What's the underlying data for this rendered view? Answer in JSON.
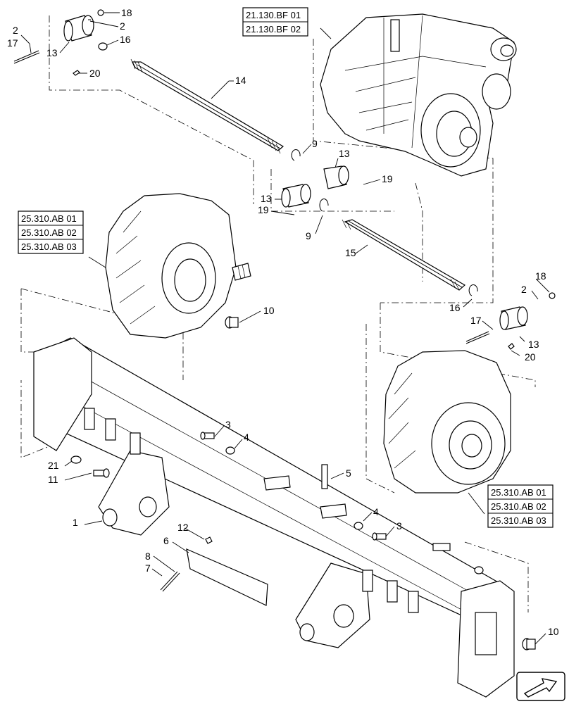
{
  "callouts": {
    "c1": "1",
    "c2a": "2",
    "c2b": "2",
    "c2c": "2",
    "c3a": "3",
    "c3b": "3",
    "c4a": "4",
    "c4b": "4",
    "c5": "5",
    "c6": "6",
    "c7": "7",
    "c8": "8",
    "c9a": "9",
    "c9b": "9",
    "c10a": "10",
    "c10b": "10",
    "c11": "11",
    "c12": "12",
    "c13a": "13",
    "c13b": "13",
    "c13c": "13",
    "c13d": "13",
    "c14": "14",
    "c15": "15",
    "c16a": "16",
    "c16b": "16",
    "c17a": "17",
    "c17b": "17",
    "c18a": "18",
    "c18b": "18",
    "c19a": "19",
    "c19b": "19",
    "c20a": "20",
    "c20b": "20",
    "c21": "21"
  },
  "references": {
    "transmission": [
      "21.130.BF 01",
      "21.130.BF 02"
    ],
    "gearbox_left": [
      "25.310.AB 01",
      "25.310.AB 02",
      "25.310.AB 03"
    ],
    "gearbox_right": [
      "25.310.AB 01",
      "25.310.AB 02",
      "25.310.AB 03"
    ]
  },
  "icons": {
    "nav": "next-page-arrow-icon"
  }
}
